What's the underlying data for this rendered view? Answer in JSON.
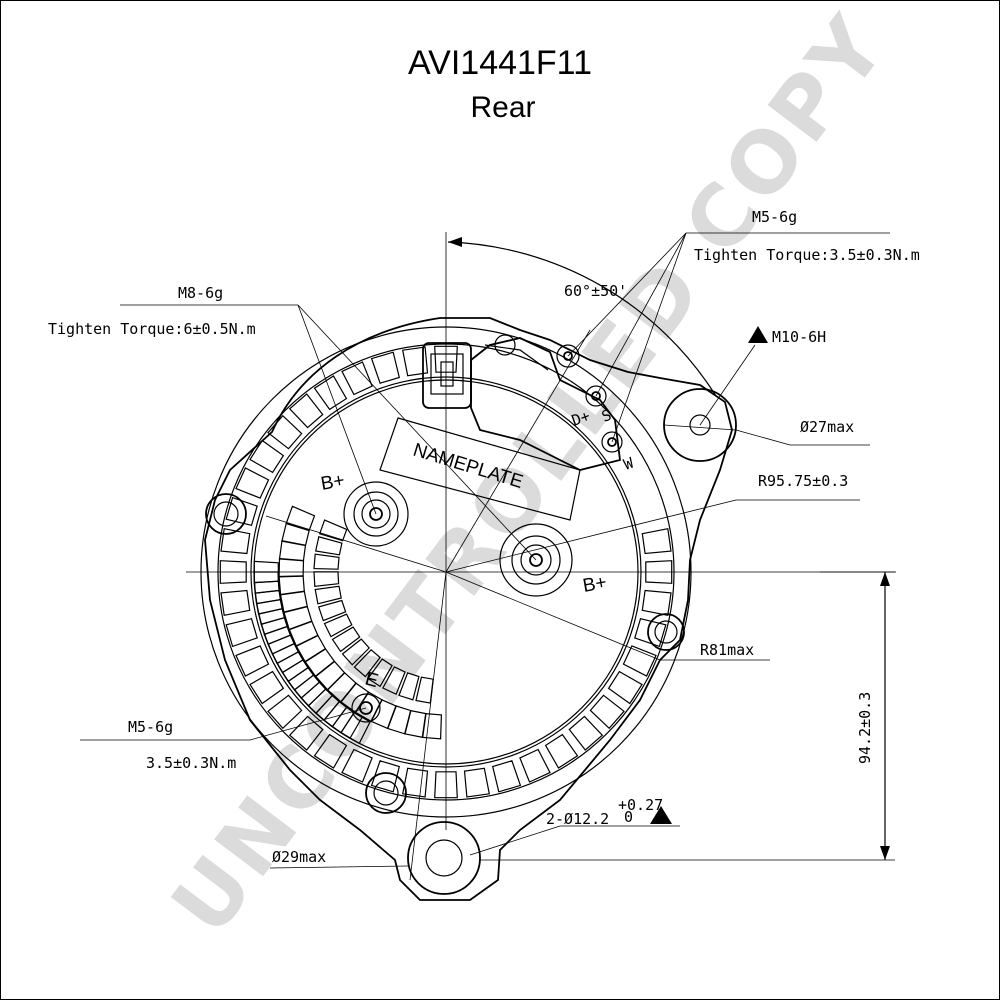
{
  "header": {
    "model": "AVI1441F11",
    "view": "Rear"
  },
  "callouts": {
    "m8_thread": "M8-6g",
    "m8_torque": "Tighten Torque:6±0.5N.m",
    "m5_top_thread": "M5-6g",
    "m5_top_torque": "Tighten Torque:3.5±0.3N.m",
    "angle": "60°±50'",
    "m10_thread": "M10-6H",
    "dia27": "Ø27max",
    "radius_9575": "R95.75±0.3",
    "radius_81": "R81max",
    "m5_bottom_thread": "M5-6g",
    "m5_bottom_torque": "3.5±0.3N.m",
    "height_942": "94.2±0.3",
    "holes_dia": "2-Ø12.2",
    "holes_tol_upper": "+0.27",
    "holes_tol_lower": "0",
    "dia29": "Ø29max"
  },
  "terminals": {
    "nameplate": "NAMEPLATE",
    "b_plus_left": "B+",
    "b_plus_right": "B+",
    "e": "E",
    "d_plus": "D+",
    "s": "S",
    "w": "W"
  },
  "watermark": "UNCONTROLLED COPY"
}
